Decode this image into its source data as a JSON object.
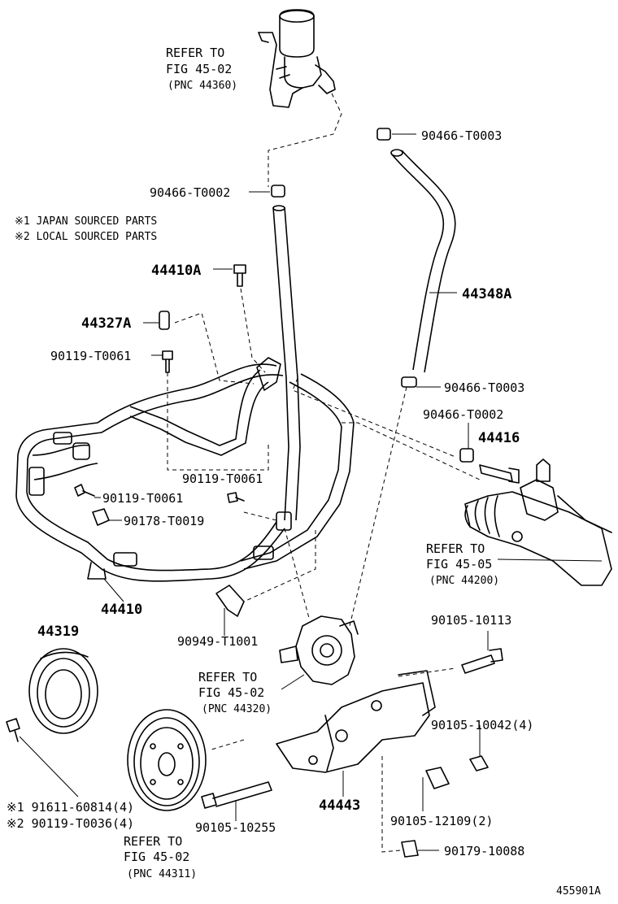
{
  "notes": {
    "japan": "※1 JAPAN SOURCED PARTS",
    "local": "※2 LOCAL SOURCED PARTS"
  },
  "callouts": {
    "refer_reservoir": [
      "REFER TO",
      "FIG 45-02",
      "(PNC 44360)"
    ],
    "refer_gear": [
      "REFER TO",
      "FIG 45-05",
      "(PNC 44200)"
    ],
    "refer_pump": [
      "REFER TO",
      "FIG 45-02",
      "(PNC 44320)"
    ],
    "refer_pulley": [
      "REFER TO",
      "FIG 45-02",
      "(PNC 44311)"
    ]
  },
  "parts": {
    "clamp_top_right": "90466-T0003",
    "clamp_top_left": "90466-T0002",
    "p44410A": "44410A",
    "p44348A": "44348A",
    "p44327A": "44327A",
    "bolt_t0061_a": "90119-T0061",
    "clamp_mid_right": "90466-T0003",
    "clamp_right2": "90466-T0002",
    "p44416": "44416",
    "bolt_t0061_b": "90119-T0061",
    "bolt_t0061_c": "90119-T0061",
    "nut_t0019": "90178-T0019",
    "p44410": "44410",
    "clip_t1001": "90949-T1001",
    "p44319": "44319",
    "bolt_10113": "90105-10113",
    "bolt_10042": "90105-10042(4)",
    "bolt_60814": "※1 91611-60814(4)",
    "bolt_t0036": "※2 90119-T0036(4)",
    "p44443": "44443",
    "bolt_12109": "90105-12109(2)",
    "bolt_10255": "90105-10255",
    "nut_10088": "90179-10088"
  },
  "figure_id": "455901A"
}
